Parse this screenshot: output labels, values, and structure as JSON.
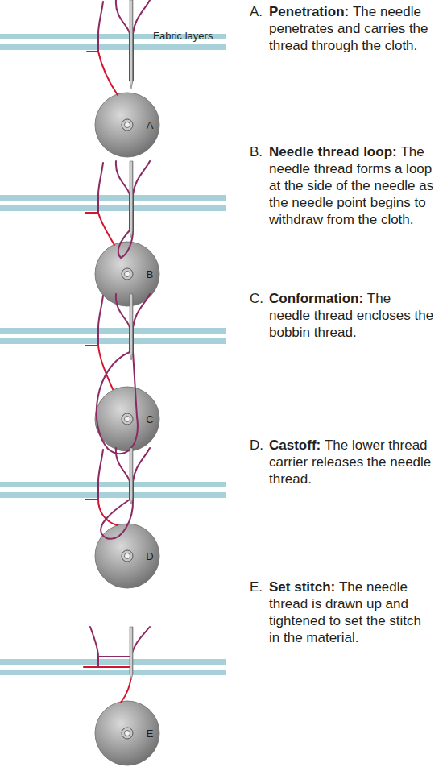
{
  "diagram": {
    "labels": [
      "Fabric layers",
      "A",
      "A.",
      "Penetration:",
      "The needle penetrates and carries the thread through the cloth.",
      "B",
      "B.",
      "Needle thread loop:",
      "The needle thread forms a loop at the side of the needle as the needle point begins to withdraw from the cloth.",
      "C",
      "C.",
      "Conformation:",
      "The needle thread encloses the bobbin thread.",
      "D",
      "D.",
      "Castoff:",
      "The lower thread carrier releases the needle thread.",
      "E",
      "E.",
      "Set stitch:",
      "The needle thread is drawn up and tightened to set the stitch in the material."
    ]
  }
}
